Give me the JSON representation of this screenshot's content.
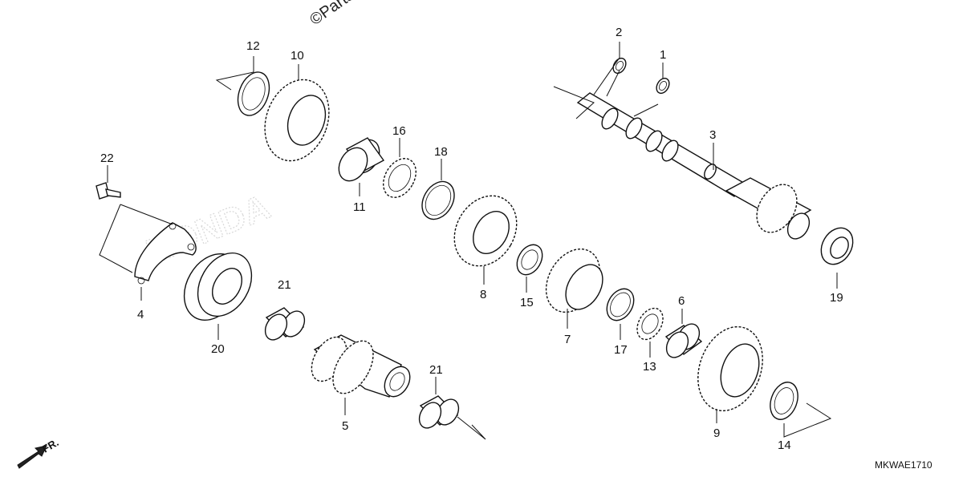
{
  "copyright": "©Parts",
  "diagram_code": "MKWAE1710",
  "front_marker": "FR.",
  "watermark": "HONDA",
  "callouts": {
    "c1": "1",
    "c2": "2",
    "c3": "3",
    "c4": "4",
    "c5": "5",
    "c6": "6",
    "c7": "7",
    "c8": "8",
    "c9": "9",
    "c10": "10",
    "c11": "11",
    "c12": "12",
    "c13": "13",
    "c14": "14",
    "c15": "15",
    "c16": "16",
    "c17": "17",
    "c18": "18",
    "c19": "19",
    "c20": "20",
    "c21a": "21",
    "c21b": "21",
    "c22": "22"
  },
  "parts_icons": [
    "shaft-icon",
    "gear-icon",
    "bearing-icon",
    "washer-icon",
    "circlip-icon",
    "bolt-icon",
    "bracket-icon",
    "bushing-icon"
  ]
}
